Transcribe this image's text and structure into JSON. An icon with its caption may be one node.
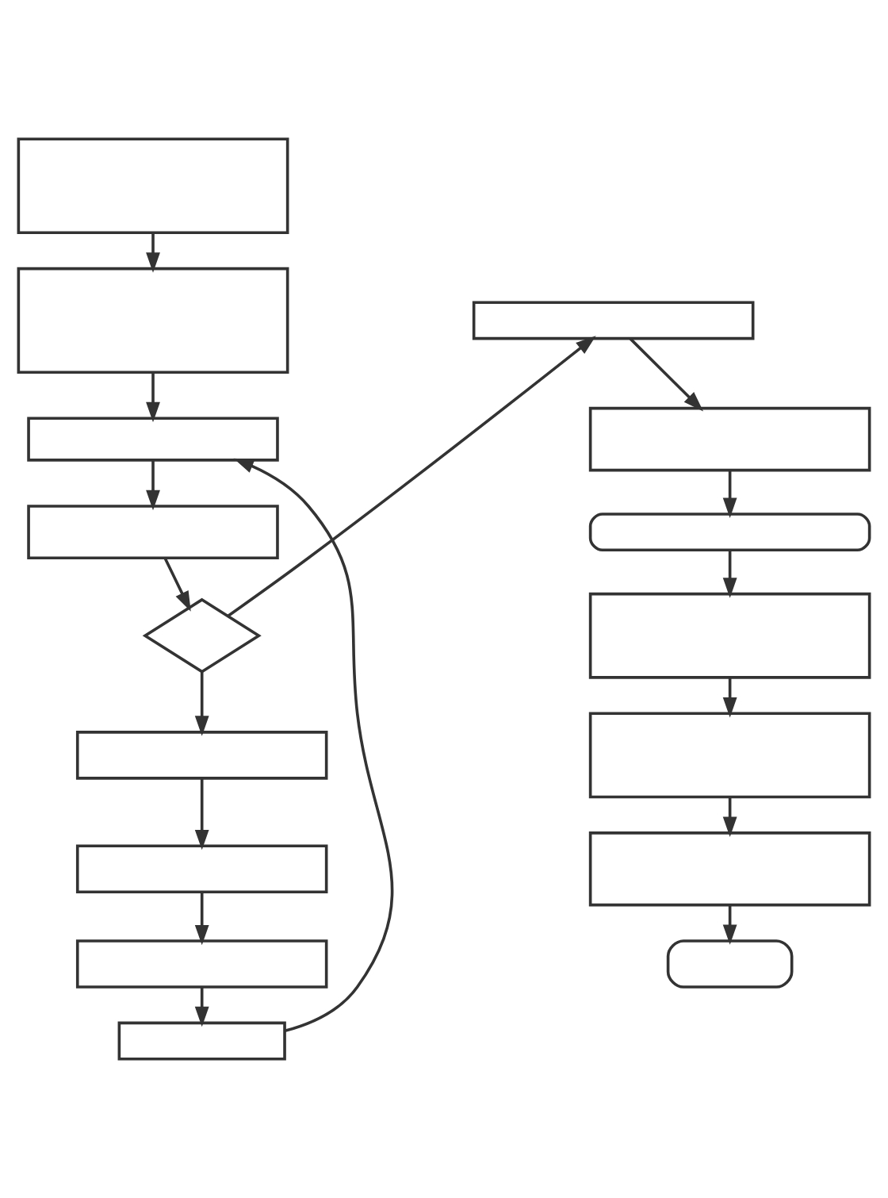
{
  "diagram": {
    "nodes": [
      {
        "text": [],
        "shape": "box"
      },
      {
        "text": [],
        "shape": "box"
      },
      {
        "text": [],
        "shape": "box"
      },
      {
        "text": [],
        "shape": "box"
      },
      {
        "text": [],
        "shape": "diamond"
      },
      {
        "text": [],
        "shape": "box"
      },
      {
        "text": [],
        "shape": "box"
      },
      {
        "text": [],
        "shape": "box"
      },
      {
        "text": [],
        "shape": "box"
      },
      {
        "text": [],
        "shape": "box"
      },
      {
        "text": [],
        "shape": "box"
      },
      {
        "text": [],
        "shape": "box"
      },
      {
        "text": [],
        "shape": "box"
      },
      {
        "text": [],
        "shape": "box"
      },
      {
        "text": [],
        "shape": "box"
      },
      {
        "text": [],
        "shape": "box"
      }
    ],
    "edges": [
      {
        "from": 0,
        "to": 1,
        "arrow": "to"
      },
      {
        "from": 1,
        "to": 2,
        "arrow": "to"
      },
      {
        "from": 2,
        "to": 3,
        "arrow": "to"
      },
      {
        "from": 3,
        "to": 4,
        "arrow": "to"
      },
      {
        "from": 4,
        "to": 5,
        "arrow": "to"
      },
      {
        "from": 5,
        "to": 6,
        "arrow": "to"
      },
      {
        "from": 6,
        "to": 7,
        "arrow": "to"
      },
      {
        "from": 7,
        "to": 8,
        "arrow": "to"
      },
      {
        "from": 8,
        "to": 2,
        "arrow": "to"
      },
      {
        "from": 4,
        "to": 9,
        "arrow": "to"
      },
      {
        "from": 9,
        "to": 10,
        "arrow": "to"
      },
      {
        "from": 10,
        "to": 11,
        "arrow": "to"
      },
      {
        "from": 11,
        "to": 12,
        "arrow": "to"
      },
      {
        "from": 12,
        "to": 13,
        "arrow": "to"
      },
      {
        "from": 13,
        "to": 14,
        "arrow": "to"
      },
      {
        "from": 14,
        "to": 15,
        "arrow": "to"
      }
    ]
  }
}
